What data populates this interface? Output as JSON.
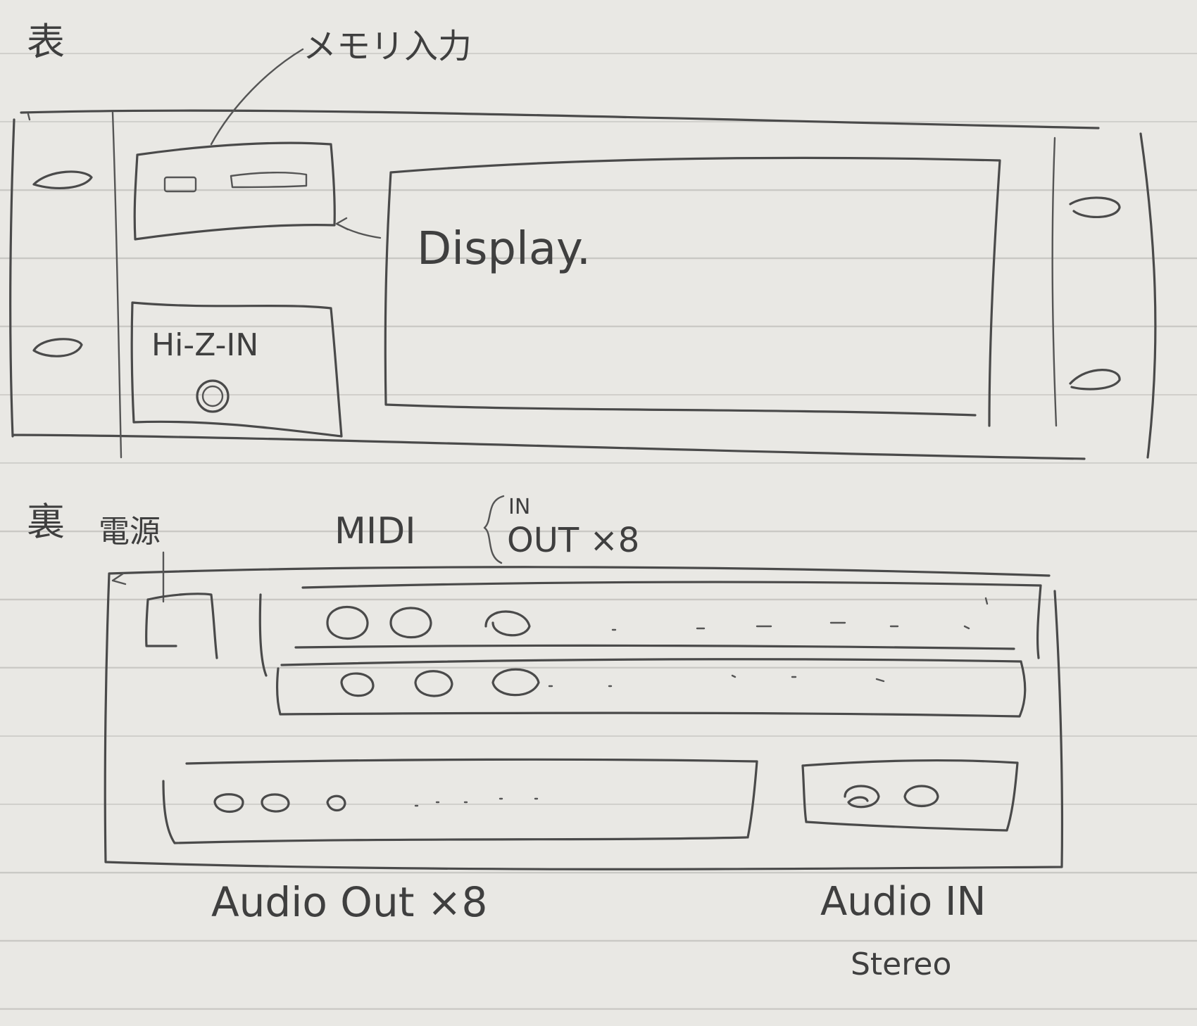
{
  "front": {
    "label": "表",
    "memory_card_label": "メモリ入力",
    "display_label": "Display.",
    "hiz_label": "Hi-Z-IN"
  },
  "back": {
    "label": "裏",
    "power_label": "電源",
    "midi_label": "MIDI",
    "midi_in_label": "IN",
    "midi_out_label": "OUT ×8",
    "audio_out_label": "Audio Out ×8",
    "audio_in_label": "Audio IN",
    "audio_in_sub_label": "Stereo"
  },
  "colors": {
    "paper": "#e9e8e4",
    "rule_line": "#c9c8c4",
    "pencil": "#4a4a4a"
  }
}
